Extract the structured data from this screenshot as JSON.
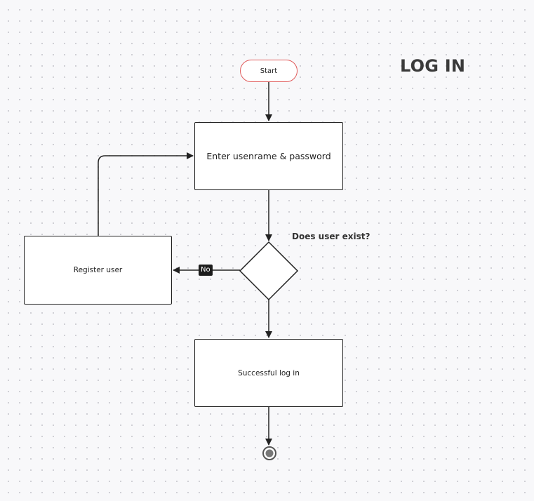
{
  "diagram": {
    "title": "LOG IN",
    "nodes": {
      "start": {
        "label": "Start",
        "shape": "terminator"
      },
      "enter_credentials": {
        "label": "Enter usenrame & password",
        "shape": "process"
      },
      "decision": {
        "label": "Does user exist?",
        "shape": "decision"
      },
      "register": {
        "label": "Register user",
        "shape": "process"
      },
      "success": {
        "label": "Successful log in",
        "shape": "process"
      },
      "end": {
        "label": "",
        "shape": "end"
      }
    },
    "edges": [
      {
        "from": "start",
        "to": "enter_credentials",
        "label": ""
      },
      {
        "from": "enter_credentials",
        "to": "decision",
        "label": ""
      },
      {
        "from": "decision",
        "to": "register",
        "label": "No"
      },
      {
        "from": "register",
        "to": "enter_credentials",
        "label": ""
      },
      {
        "from": "decision",
        "to": "success",
        "label": ""
      },
      {
        "from": "success",
        "to": "end",
        "label": ""
      }
    ],
    "colors": {
      "start_border": "#e05a5a",
      "stroke": "#222222",
      "label_bg": "#1c1c1c",
      "canvas_bg": "#f8f8fa"
    }
  }
}
